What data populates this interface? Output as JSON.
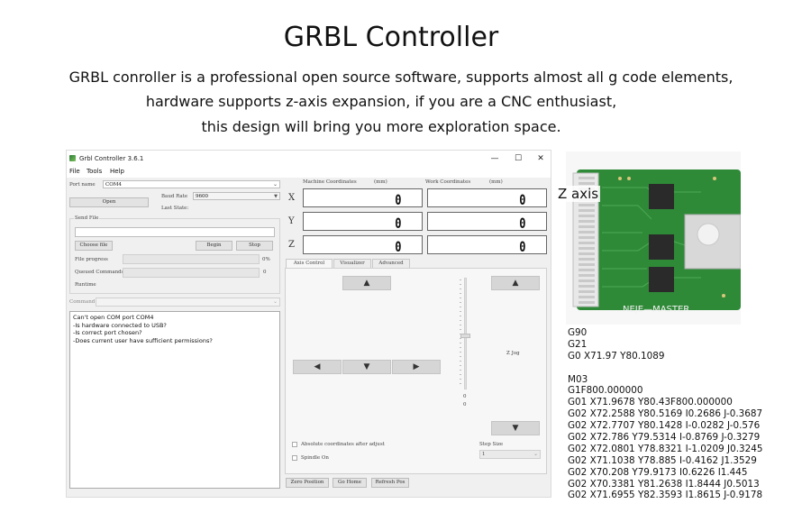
{
  "hero": {
    "title": "GRBL Controller",
    "line1": "GRBL conroller is a professional open source software, supports almost all g code elements,",
    "line2": "hardware supports z-axis expansion, if you are a CNC enthusiast,",
    "line3": "this design will bring you more exploration space."
  },
  "window": {
    "title": "Grbl Controller 3.6.1",
    "controls": {
      "minimize": "—",
      "maximize": "☐",
      "close": "✕"
    }
  },
  "menu": [
    "File",
    "Tools",
    "Help"
  ],
  "connection": {
    "port_label": "Port name",
    "port_value": "COM4",
    "open_label": "Open",
    "baud_label": "Baud Rate",
    "baud_value": "9600",
    "last_state_label": "Last State:"
  },
  "send_file": {
    "group_label": "Send File",
    "choose_label": "Choose file",
    "begin_label": "Begin",
    "stop_label": "Stop",
    "file_progress_label": "File progress",
    "file_progress_value": "0%",
    "file_progress_fraction": 0,
    "queued_label": "Queued Commands",
    "queued_value": "0",
    "runtime_label": "Runtime"
  },
  "command": {
    "label": "Command"
  },
  "console": {
    "lines": [
      "Can't open COM port COM4",
      "-Is hardware connected to USB?",
      "-Is correct port chosen?",
      "-Does current user have sufficient permissions?"
    ]
  },
  "coords": {
    "machine_label": "Machine Coordinates",
    "machine_unit": "(mm)",
    "work_label": "Work Coordinates",
    "work_unit": "(mm)",
    "axes": [
      {
        "name": "X",
        "machine": "0",
        "work": "0"
      },
      {
        "name": "Y",
        "machine": "0",
        "work": "0"
      },
      {
        "name": "Z",
        "machine": "0",
        "work": "0"
      }
    ]
  },
  "tabs": [
    "Axis Control",
    "Visualizer",
    "Advanced"
  ],
  "axis_control": {
    "z_jog_label": "Z Jog",
    "slider_max": "0",
    "slider_min": "0",
    "absolute_label": "Absolute coordinates after adjust",
    "spindle_label": "Spindle On",
    "step_size_label": "Step Size",
    "step_size_value": "1",
    "arrows": {
      "up": "▲",
      "down": "▼",
      "left": "◀",
      "right": "▶"
    }
  },
  "bottom_buttons": {
    "zero_position": "Zero Position",
    "go_home": "Go Home",
    "refresh_pos": "Refresh Pos"
  },
  "photo": {
    "z_axis_label": "Z axis",
    "board_label": "NEJE—MASTER",
    "colors": {
      "pcb": "#2f8a38",
      "chip": "#2a2a2a",
      "connector": "#e8e8e8"
    }
  },
  "gcode": [
    "G90",
    "G21",
    "G0 X71.97 Y80.1089",
    "",
    "M03",
    "G1F800.000000",
    "G01 X71.9678 Y80.43F800.000000",
    "G02 X72.2588 Y80.5169 I0.2686 J-0.3687",
    "G02 X72.7707 Y80.1428 I-0.0282 J-0.576",
    "G02 X72.786 Y79.5314 I-0.8769 J-0.3279",
    "G02 X72.0801 Y78.8321 I-1.0209 J0.3245",
    "G02 X71.1038 Y78.885 I-0.4162 J1.3529",
    "G02 X70.208 Y79.9173 I0.6226 I1.445",
    "G02 X70.3381 Y81.2638 I1.8444 J0.5013",
    "G02 X71.6955 Y82.3593 I1.8615 J-0.9178"
  ]
}
